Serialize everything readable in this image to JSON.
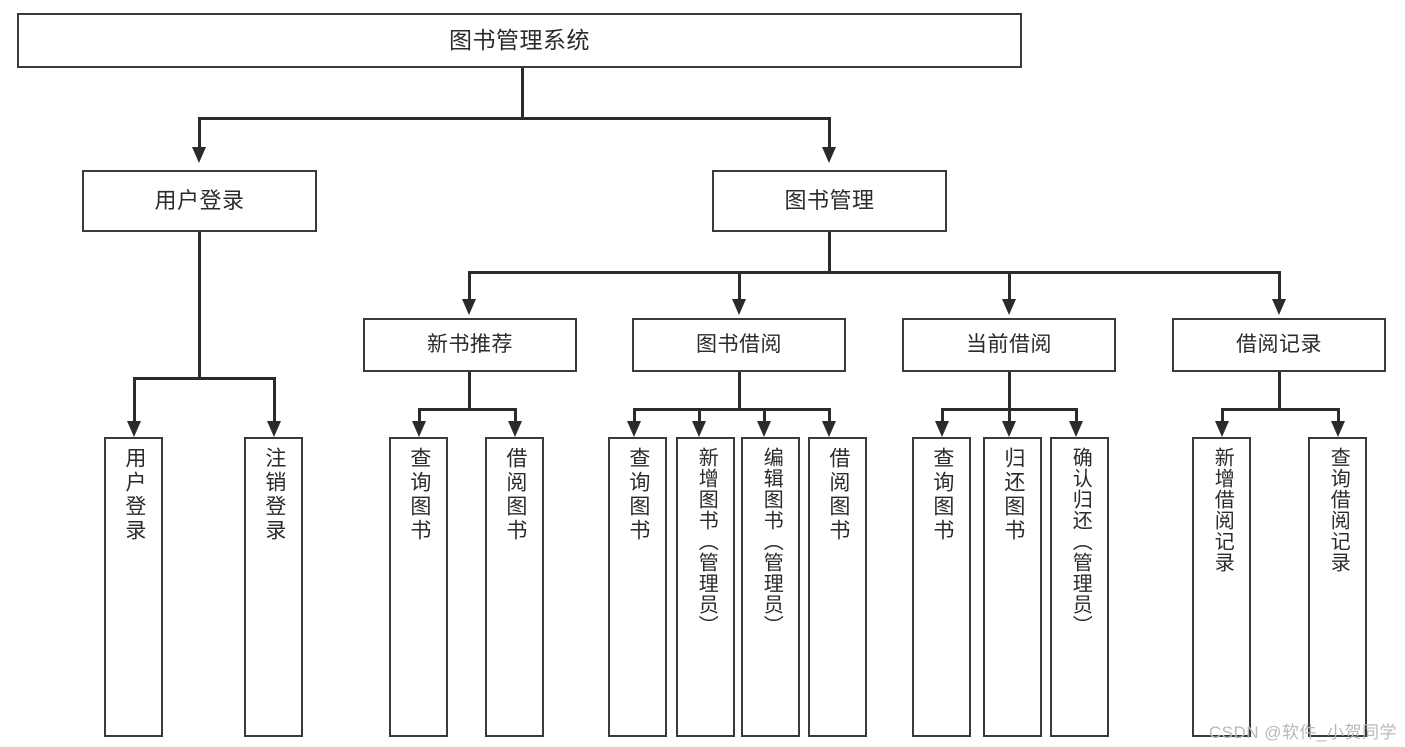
{
  "diagram": {
    "type": "tree-hierarchy",
    "title": "图书管理系统",
    "watermark": "CSDN @软件_小贺同学",
    "colors": {
      "box_border": "#3a3a3a",
      "connector": "#2b2b2b",
      "background": "#ffffff",
      "text": "#2b2b2b",
      "watermark": "#b9b9b9"
    },
    "nodes": {
      "root": {
        "label": "图书管理系统"
      },
      "level2": [
        {
          "label": "用户登录"
        },
        {
          "label": "图书管理"
        }
      ],
      "level3": [
        {
          "label": "新书推荐"
        },
        {
          "label": "图书借阅"
        },
        {
          "label": "当前借阅"
        },
        {
          "label": "借阅记录"
        }
      ],
      "leaves": {
        "user_login": [
          {
            "label": "用户登录"
          },
          {
            "label": "注销登录"
          }
        ],
        "new_book": [
          {
            "label": "查询图书"
          },
          {
            "label": "借阅图书"
          }
        ],
        "book_borrow": [
          {
            "label": "查询图书"
          },
          {
            "label": "新增图书（管理员）"
          },
          {
            "label": "编辑图书（管理员）"
          },
          {
            "label": "借阅图书"
          }
        ],
        "current_borrow": [
          {
            "label": "查询图书"
          },
          {
            "label": "归还图书"
          },
          {
            "label": "确认归还（管理员）"
          }
        ],
        "borrow_record": [
          {
            "label": "新增借阅记录"
          },
          {
            "label": "查询借阅记录"
          }
        ]
      }
    }
  }
}
